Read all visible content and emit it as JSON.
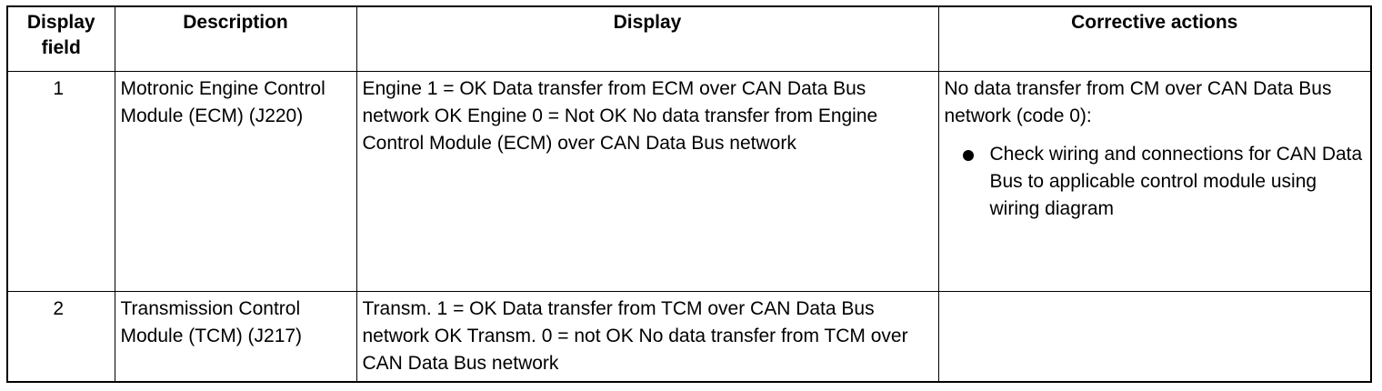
{
  "headers": {
    "field": "Display field",
    "description": "Description",
    "display": "Display",
    "actions": "Corrective actions"
  },
  "rows": [
    {
      "field": "1",
      "description": "Motronic Engine Control Module (ECM) (J220)",
      "display": "Engine 1 = OK Data transfer from ECM over CAN Data Bus network OK Engine 0 = Not OK No data transfer from Engine Control Module (ECM) over CAN Data Bus network",
      "actions_intro": "No data transfer from CM over CAN Data Bus network (code 0):",
      "actions_bullets": [
        "Check wiring and connections for CAN Data Bus to applicable control module using wiring diagram"
      ]
    },
    {
      "field": "2",
      "description": "Transmission Control Module (TCM) (J217)",
      "display": "Transm. 1 = OK Data transfer from TCM over CAN Data Bus network OK Transm. 0 = not OK No data transfer from TCM over CAN Data Bus network",
      "actions_intro": "",
      "actions_bullets": []
    }
  ]
}
